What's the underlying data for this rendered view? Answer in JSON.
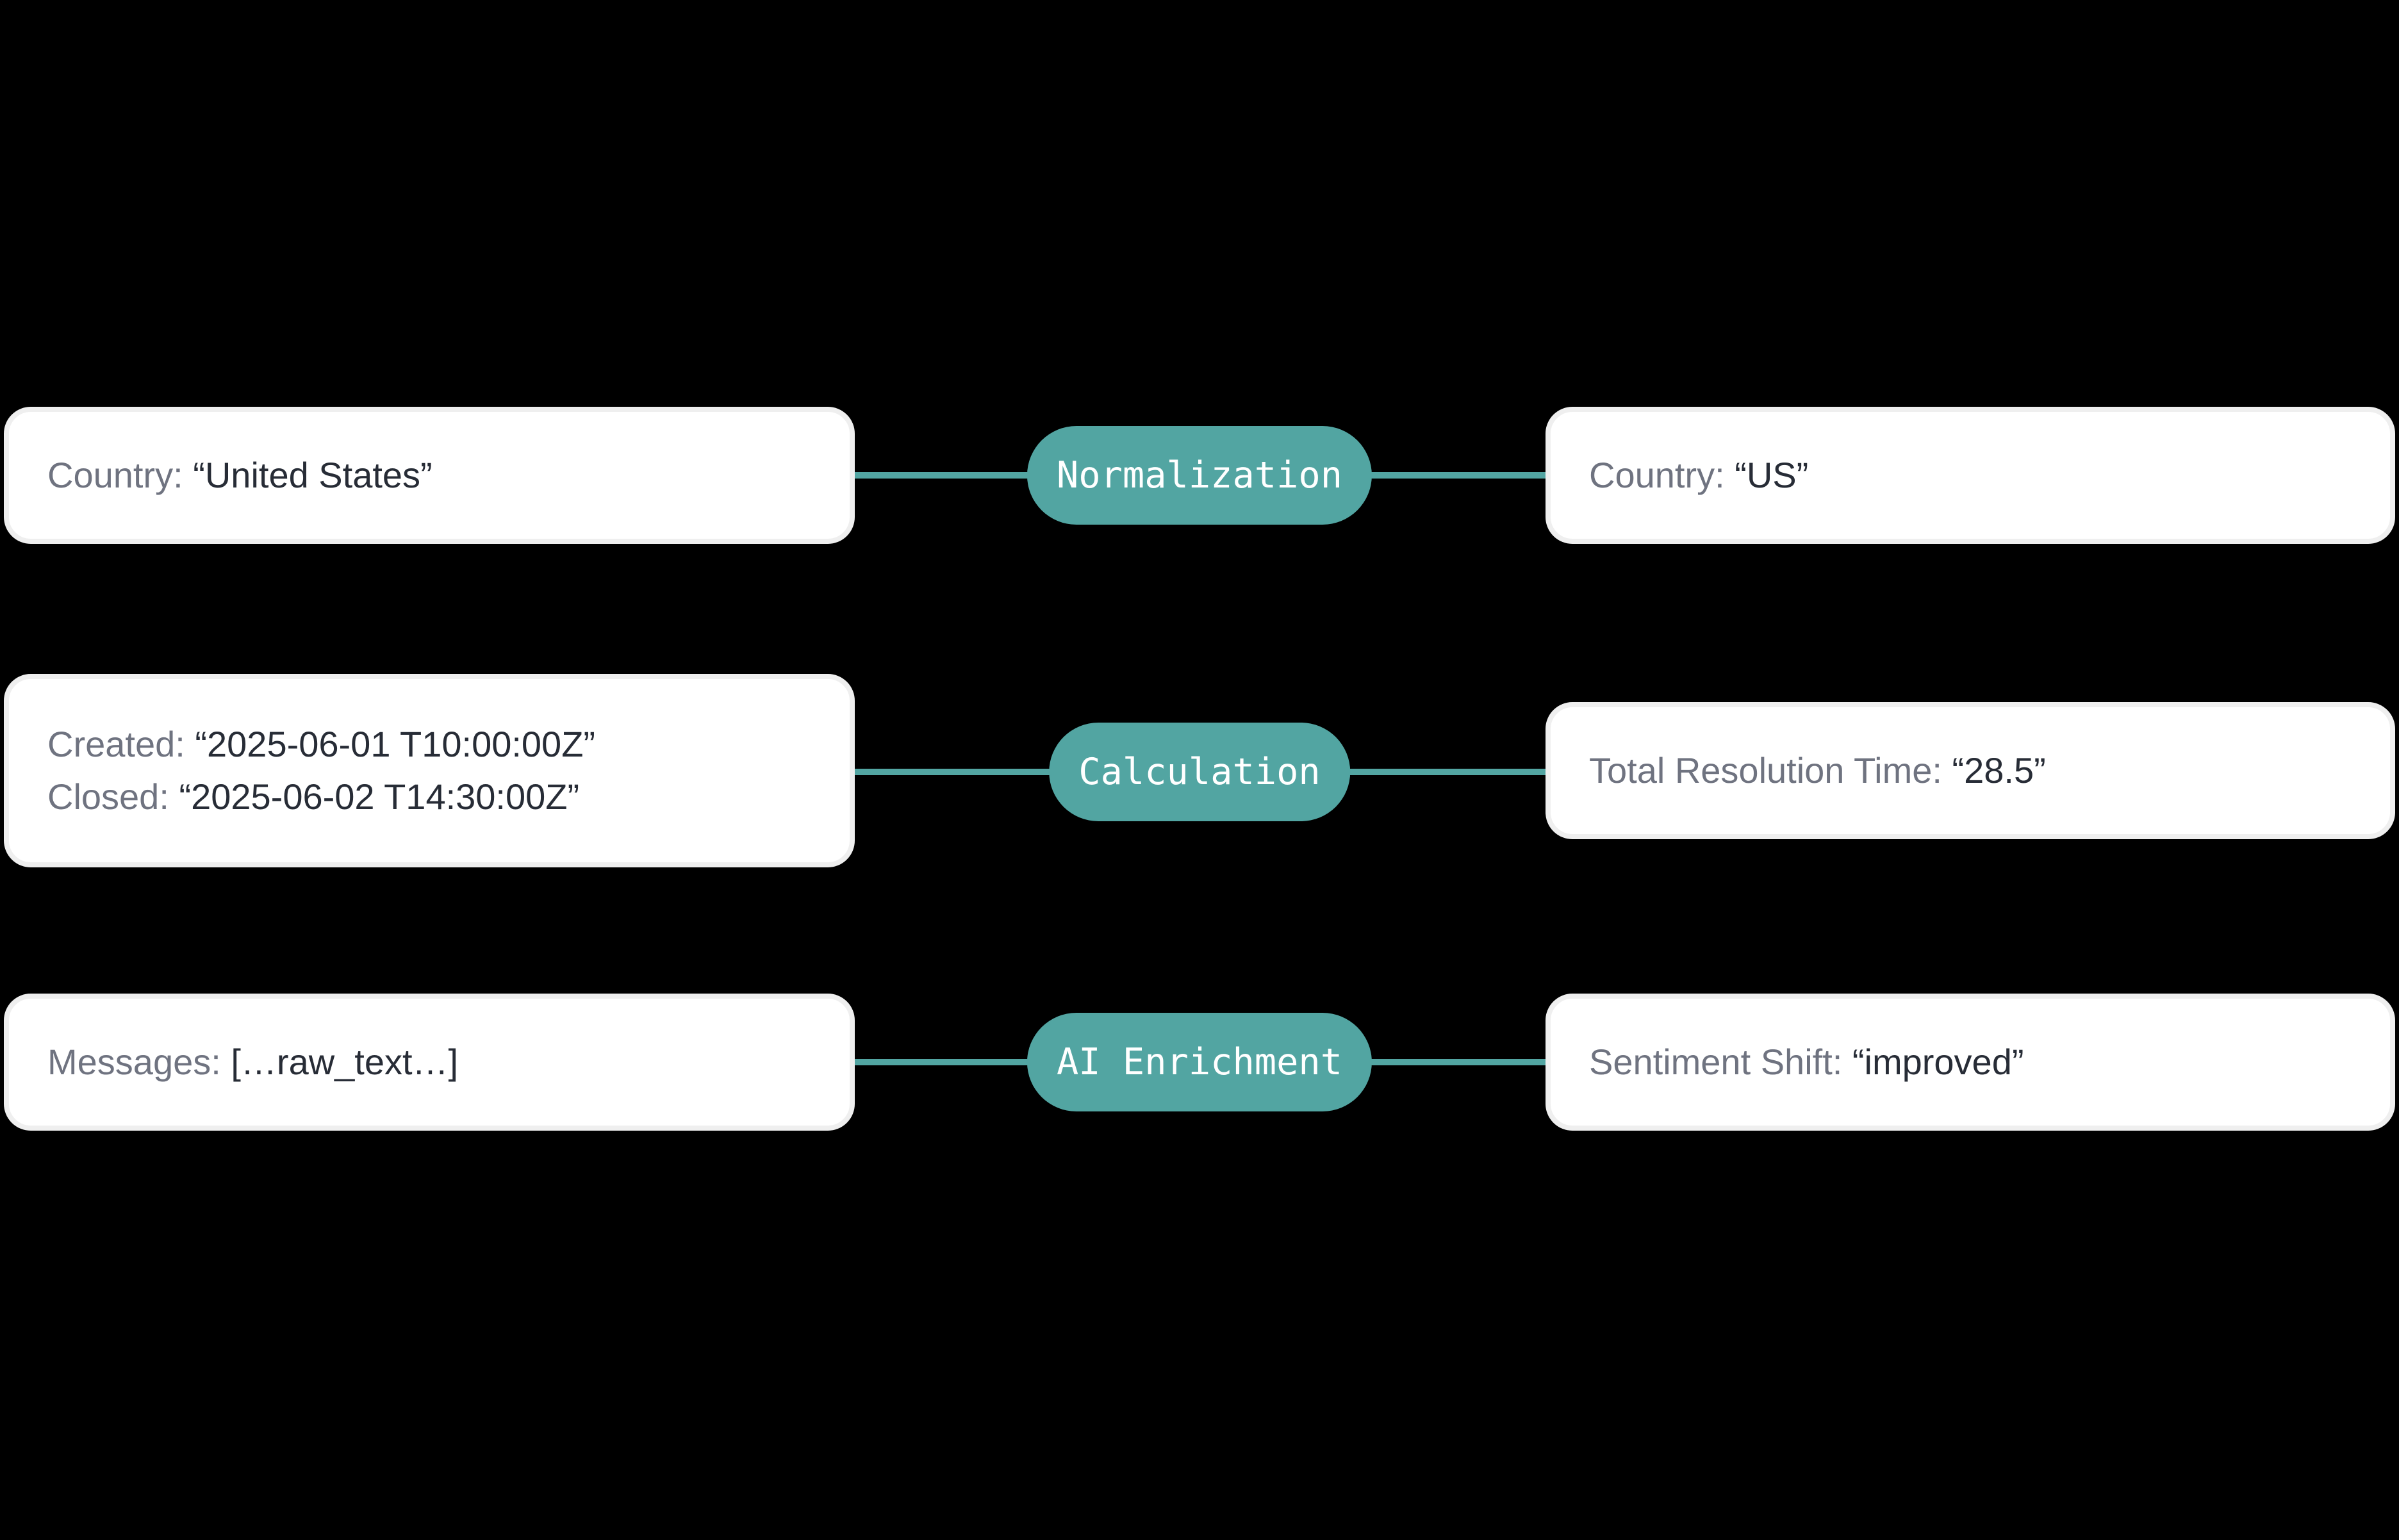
{
  "theme": {
    "canvas_bg": "#000000",
    "card_bg": "#ffffff",
    "card_ring": "#efefef",
    "label_color": "#6f7380",
    "value_color": "#272c36",
    "pill_bg": "#52a5a2",
    "pill_text": "#ffffff",
    "connector_color": "#52a5a2"
  },
  "rows": [
    {
      "input": {
        "lines": [
          {
            "label": "Country:",
            "value": "“United States”"
          }
        ]
      },
      "transform": {
        "label": "Normalization"
      },
      "output": {
        "lines": [
          {
            "label": "Country:",
            "value": "“US”"
          }
        ]
      }
    },
    {
      "input": {
        "lines": [
          {
            "label": "Created:",
            "value": "“2025-06-01 T10:00:00Z”"
          },
          {
            "label": "Closed:",
            "value": "“2025-06-02 T14:30:00Z”"
          }
        ]
      },
      "transform": {
        "label": "Calculation"
      },
      "output": {
        "lines": [
          {
            "label": "Total Resolution Time:",
            "value": "“28.5”"
          }
        ]
      }
    },
    {
      "input": {
        "lines": [
          {
            "label": "Messages:",
            "value": "[…raw_text…]"
          }
        ]
      },
      "transform": {
        "label": "AI Enrichment"
      },
      "output": {
        "lines": [
          {
            "label": "Sentiment Shift:",
            "value": "“improved”"
          }
        ]
      }
    }
  ]
}
